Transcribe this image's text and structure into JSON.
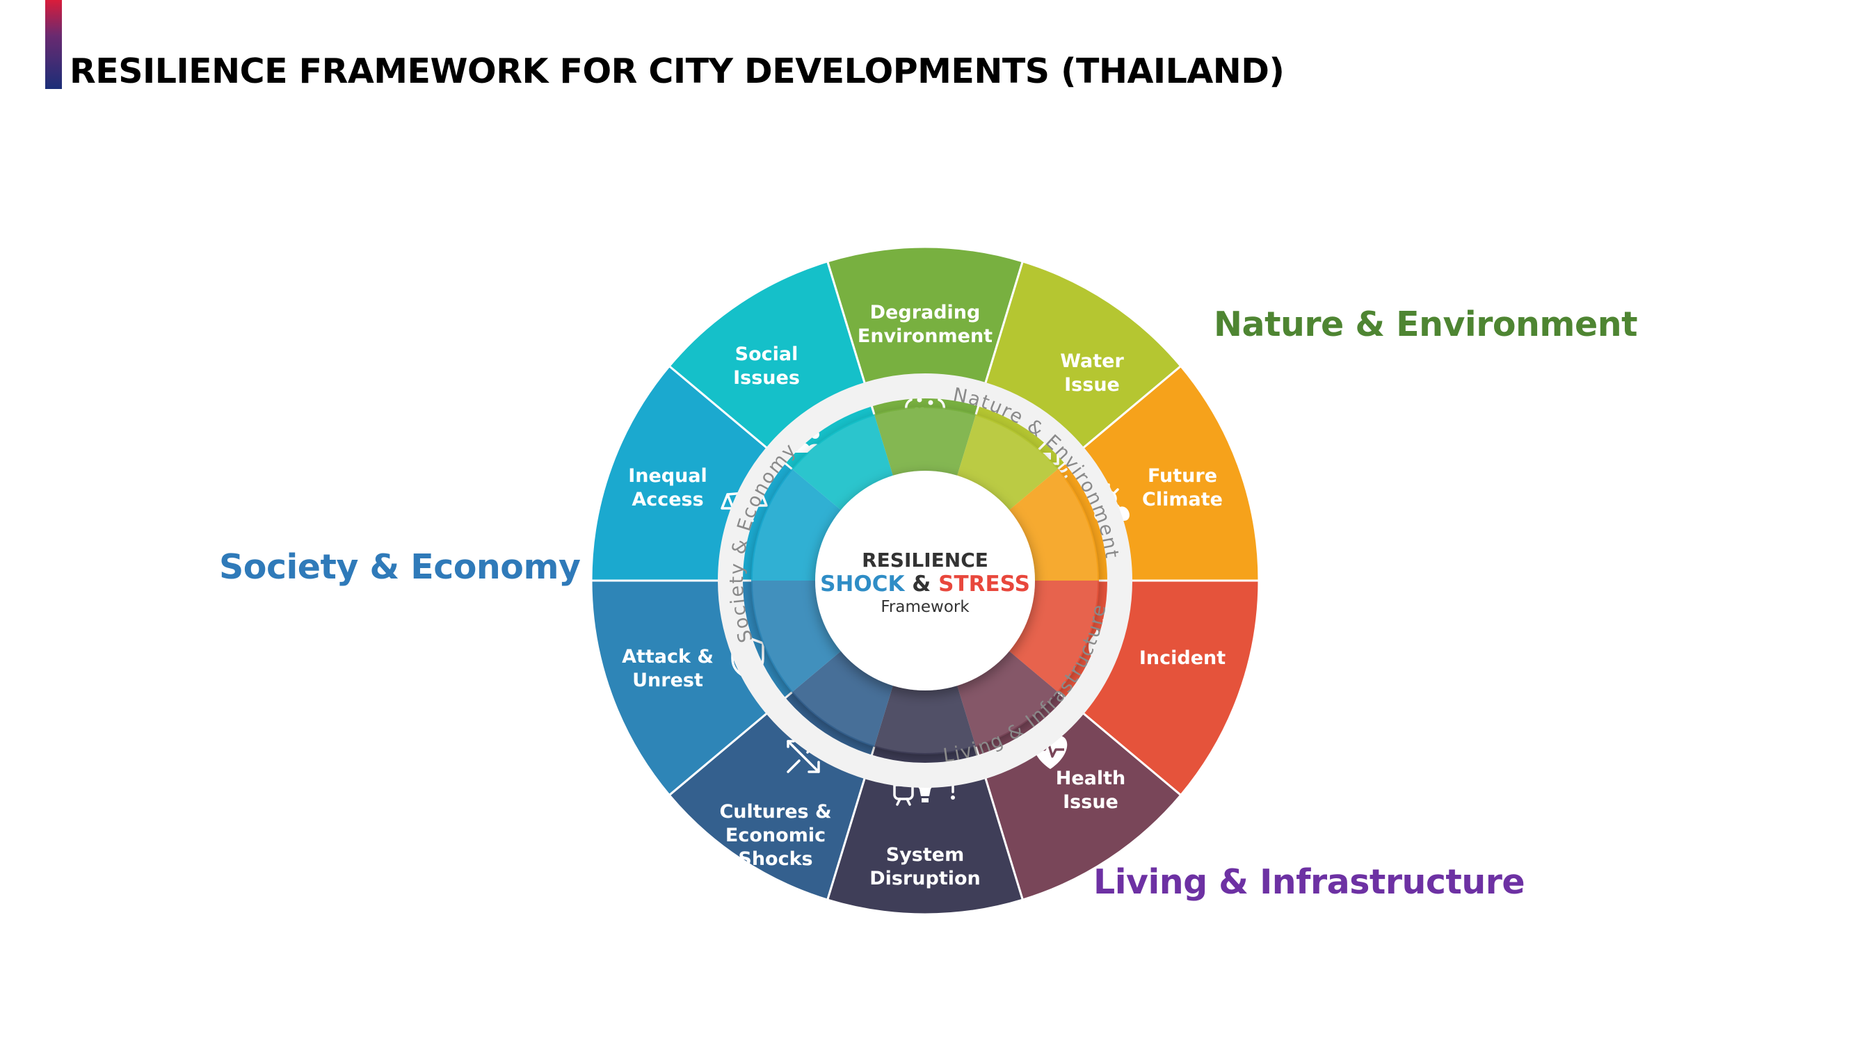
{
  "page": {
    "title": "RESILIENCE FRAMEWORK FOR CITY DEVELOPMENTS (THAILAND)",
    "accent_colors": [
      "#d91c3a",
      "#1b2e78"
    ]
  },
  "groups": [
    {
      "id": "nature",
      "label": "Nature & Environment",
      "color": "#4e8532"
    },
    {
      "id": "society",
      "label": "Society & Economy",
      "color": "#2f7ab9"
    },
    {
      "id": "living",
      "label": "Living & Infrastructure",
      "color": "#6d31a3"
    }
  ],
  "center": {
    "line1": "RESILIENCE",
    "shock": "SHOCK",
    "amp": "&",
    "stress": "STRESS",
    "line3": "Framework",
    "shock_color": "#2f8dc6",
    "stress_color": "#e8473c"
  },
  "ring_labels": {
    "nature": "Nature & Environment",
    "society": "Society & Economy",
    "living": "Living & Infrastructure"
  },
  "segments": [
    {
      "key": "degrading-environment",
      "lines": [
        "Degrading",
        "Environment"
      ],
      "icon": "tree-icon",
      "color": "#78b040"
    },
    {
      "key": "water-issue",
      "lines": [
        "Water",
        "Issue"
      ],
      "icon": "flood-house-icon",
      "color": "#b5c631"
    },
    {
      "key": "future-climate",
      "lines": [
        "Future",
        "Climate"
      ],
      "icon": "sun-cloud-icon",
      "color": "#f6a21b"
    },
    {
      "key": "incident",
      "lines": [
        "Incident"
      ],
      "icon": "fire-icon",
      "color": "#e5533b"
    },
    {
      "key": "health-issue",
      "lines": [
        "Health",
        "Issue"
      ],
      "icon": "heart-pulse-icon",
      "color": "#794659"
    },
    {
      "key": "system-disruption",
      "lines": [
        "System",
        "Disruption"
      ],
      "icon": "train-bulb-tap-icon",
      "color": "#3f3e58"
    },
    {
      "key": "cultures-economic-shocks",
      "lines": [
        "Cultures &",
        "Economic",
        "Shocks"
      ],
      "icon": "crossing-arrows-icon",
      "color": "#34608e"
    },
    {
      "key": "attack-unrest",
      "lines": [
        "Attack &",
        "Unrest"
      ],
      "icon": "shield-icon",
      "color": "#2e85b7"
    },
    {
      "key": "inequal-access",
      "lines": [
        "Inequal",
        "Access"
      ],
      "icon": "scales-icon",
      "color": "#1ba9cf"
    },
    {
      "key": "social-issues",
      "lines": [
        "Social",
        "Issues"
      ],
      "icon": "people-icon",
      "color": "#15c0c9"
    }
  ]
}
